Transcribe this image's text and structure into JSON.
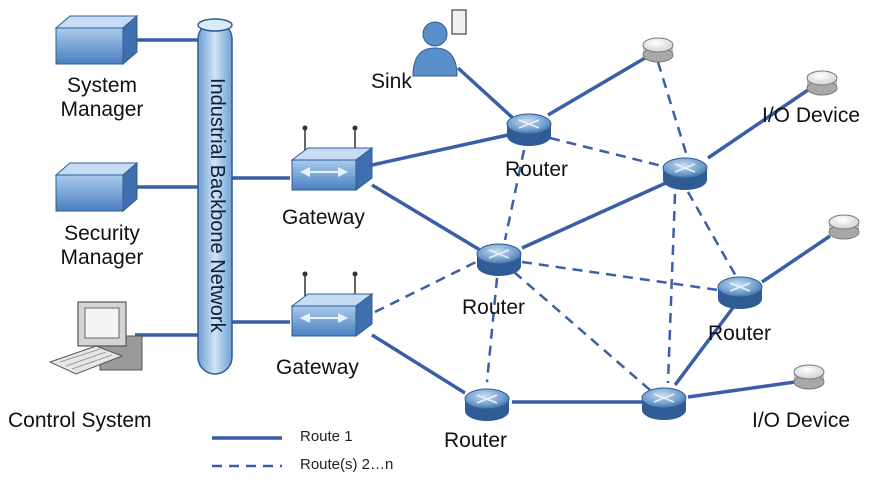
{
  "backbone": {
    "label": "Industrial Backbone Network"
  },
  "labels": {
    "system_manager": [
      "System",
      "Manager"
    ],
    "security_manager": [
      "Security",
      "Manager"
    ],
    "control_system": "Control System",
    "sink": "Sink",
    "gateway_top": "Gateway",
    "gateway_bottom": "Gateway",
    "router_top": "Router",
    "router_middle": "Router",
    "router_right": "Router",
    "router_bottom": "Router",
    "io_device_top": "I/O Device",
    "io_device_bottom": "I/O Device"
  },
  "legend": {
    "solid": "Route 1",
    "dashed": "Route(s) 2…n"
  },
  "colors": {
    "link": "#3a5fa8",
    "device": "#5a8ec8",
    "router": "#4f83bd",
    "backbone": "#9cc3ea"
  }
}
